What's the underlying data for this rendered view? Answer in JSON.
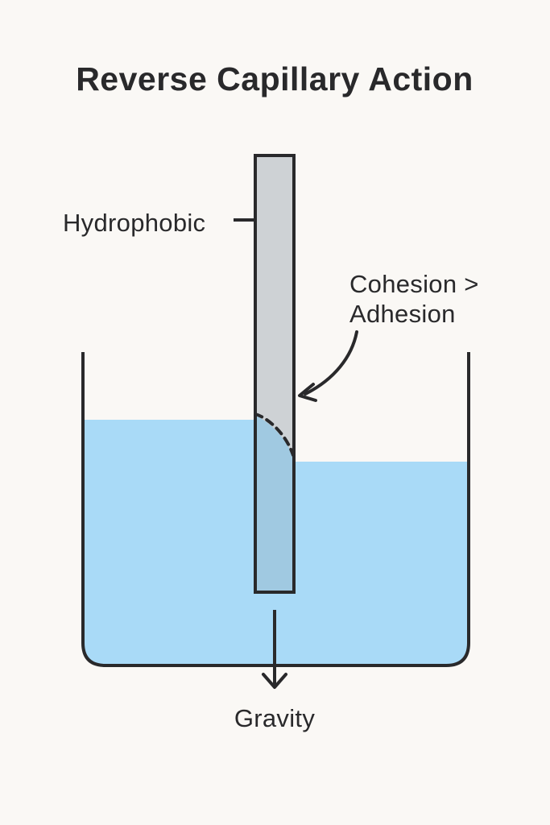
{
  "title": "Reverse Capillary Action",
  "diagram": {
    "tube_label": "Hydrophobic",
    "meniscus_label_line1": "Cohesion >",
    "meniscus_label_line2": "Adhesion",
    "force_label": "Gravity"
  },
  "colors": {
    "background": "#faf8f5",
    "ink": "#29292b",
    "tube_fill": "#ced2d5",
    "water": "#a9daf7",
    "water_through_tube": "#a0c9e1"
  }
}
